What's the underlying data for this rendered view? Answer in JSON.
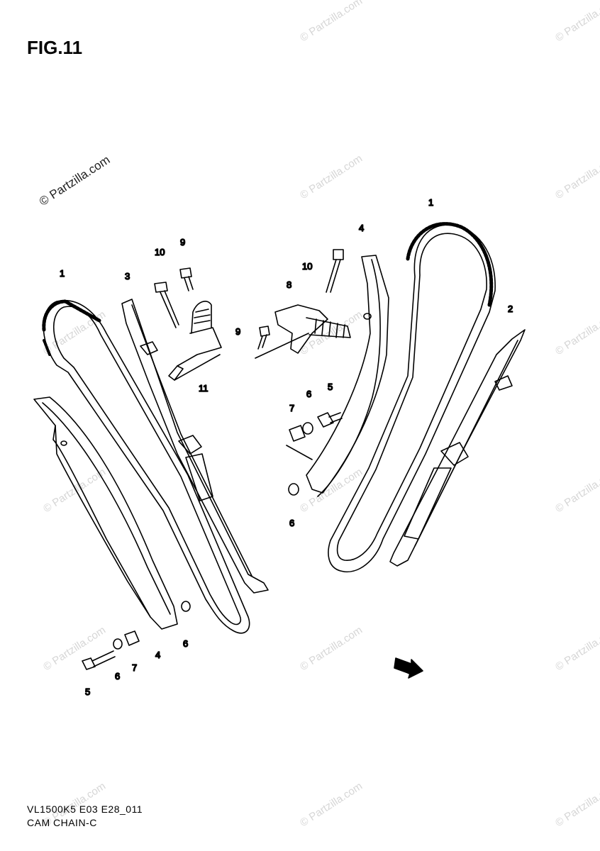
{
  "figure": {
    "title": "FIG.11"
  },
  "footer": {
    "code": "VL1500K5 E03 E28_011",
    "name": "CAM CHAIN-C"
  },
  "watermark": {
    "text": "© Partzilla.com"
  },
  "callouts": {
    "c1a": "1",
    "c3": "3",
    "c10a": "10",
    "c9a": "9",
    "c11": "11",
    "c4a": "4",
    "c5a": "5",
    "c6a": "6",
    "c7a": "7",
    "c6b": "6",
    "c4b": "4",
    "c10b": "10",
    "c8": "8",
    "c9b": "9",
    "c1b": "1",
    "c2": "2",
    "c6c": "6",
    "c5b": "5",
    "c7b": "7",
    "c6d": "6"
  },
  "fwd": {
    "label": "FWD"
  }
}
